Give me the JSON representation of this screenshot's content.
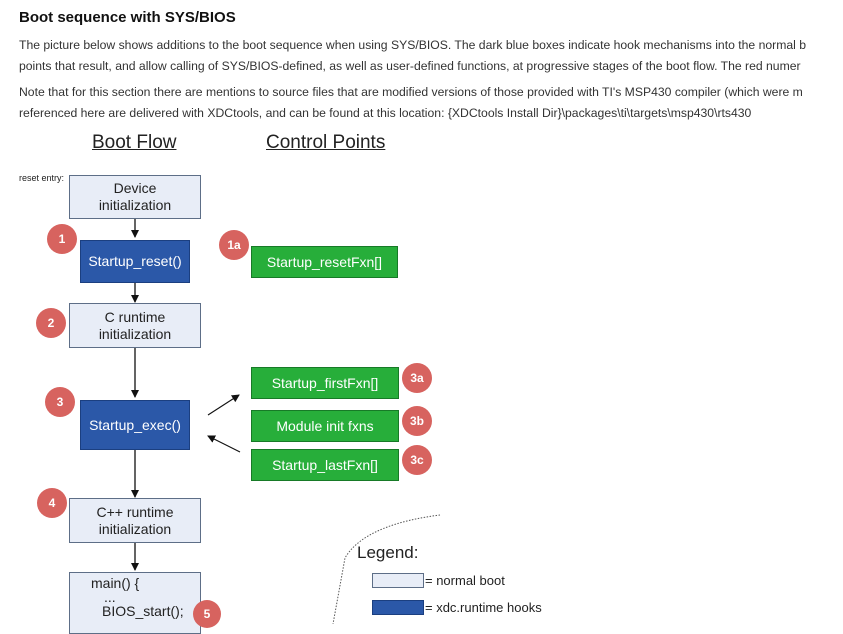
{
  "title": "Boot sequence with SYS/BIOS",
  "paragraph1": [
    "The picture below shows additions to the boot sequence when using SYS/BIOS. The dark blue boxes indicate hook mechanisms into the normal b",
    "points that result, and allow calling of SYS/BIOS-defined, as well as user-defined functions, at progressive stages of the boot flow. The red numer"
  ],
  "paragraph2": [
    "Note that for this section there are mentions to source files that are modified versions of those provided with TI's MSP430 compiler (which were m",
    "referenced here are delivered with XDCtools, and can be found at this location: {XDCtools Install Dir}\\packages\\ti\\targets\\msp430\\rts430"
  ],
  "diagram": {
    "headings": {
      "boot_flow": "Boot Flow",
      "control_points": "Control Points"
    },
    "reset_entry": "reset entry:",
    "boxes": {
      "device_init": [
        "Device",
        "initialization"
      ],
      "startup_reset": "Startup_reset()",
      "c_runtime": [
        "C runtime",
        "initialization"
      ],
      "startup_exec": "Startup_exec()",
      "cpp_runtime": [
        "C++ runtime",
        "initialization"
      ],
      "main": [
        "main() {",
        "...",
        "BIOS_start();"
      ]
    },
    "control_boxes": {
      "reset_fxn": "Startup_resetFxn[]",
      "first_fxn": "Startup_firstFxn[]",
      "module_init": "Module init fxns",
      "last_fxn": "Startup_lastFxn[]"
    },
    "markers": {
      "m1": "1",
      "m1a": "1a",
      "m2": "2",
      "m3": "3",
      "m3a": "3a",
      "m3b": "3b",
      "m3c": "3c",
      "m4": "4",
      "m5": "5"
    },
    "legend": {
      "title": "Legend:",
      "normal": "= normal boot",
      "hook": "= xdc.runtime hooks"
    }
  }
}
